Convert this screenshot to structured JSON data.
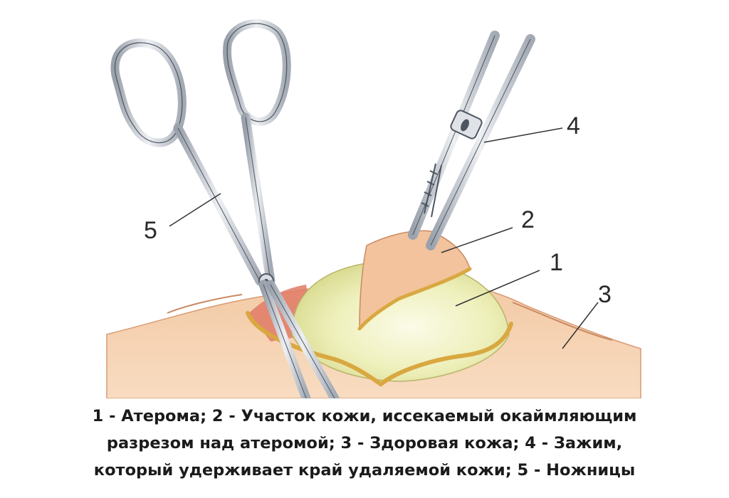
{
  "callouts": {
    "atheroma": "1",
    "skin_segment": "2",
    "healthy_skin": "3",
    "clamp": "4",
    "scissors": "5"
  },
  "caption": {
    "line1": "1 - Атерома; 2 - Участок кожи, иссекаемый окаймляющим",
    "line2": "разрезом над атеромой; 3 - Здоровая кожа; 4 - Зажим,",
    "line3": "который удерживает край удаляемой кожи; 5 - Ножницы"
  },
  "colors": {
    "skin": "#f0c49c",
    "skin_shade": "#e2a97e",
    "atheroma": "#ecedb8",
    "instrument": "#c9ced6",
    "instrument_outline": "#4d5560",
    "wound_edge": "#d9a840"
  }
}
